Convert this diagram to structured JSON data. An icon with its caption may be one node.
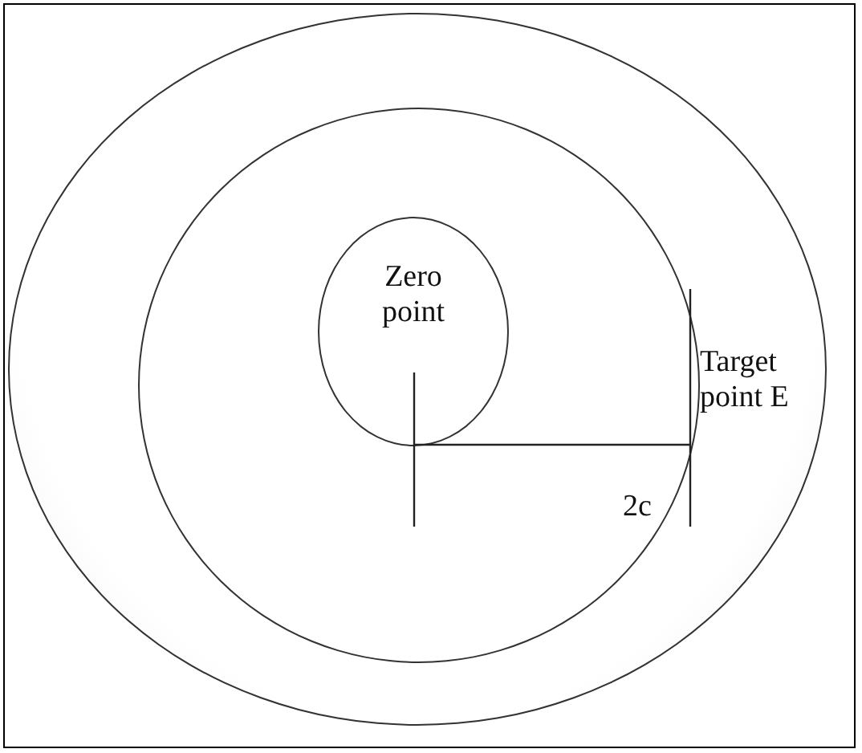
{
  "diagram": {
    "nodes": [
      {
        "text": [],
        "shape": "circle"
      },
      {
        "text": [],
        "shape": "circle",
        "in": 0
      },
      {
        "text": [
          "Zero point"
        ],
        "in": 1
      }
    ],
    "edges": [],
    "labels": [
      "Target point E",
      "2c"
    ]
  }
}
